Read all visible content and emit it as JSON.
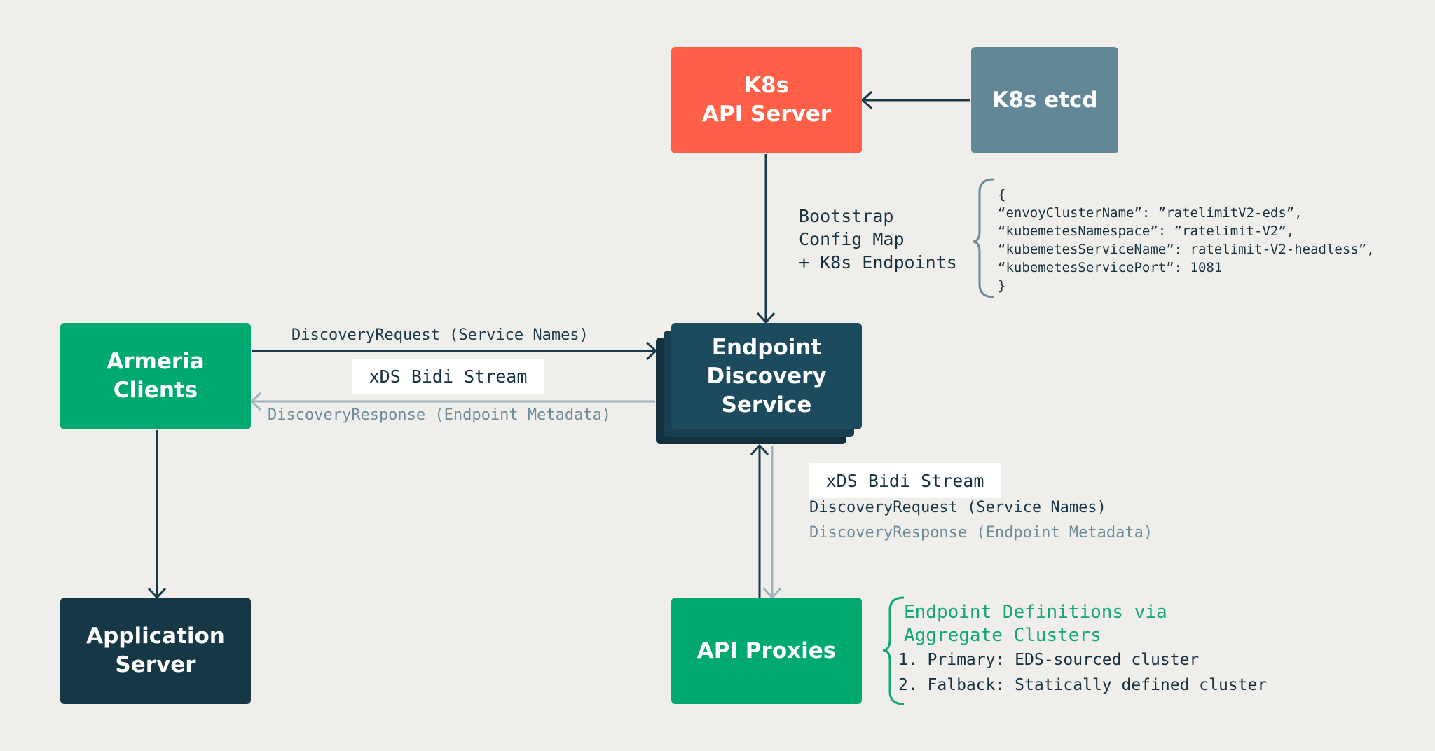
{
  "colors": {
    "background": "#efeeea",
    "coral": "#fe5f46",
    "slate": "#628898",
    "green": "#00a872",
    "navy": "#1d4b5e",
    "dark_navy": "#163746",
    "arrow_dark": "#1a3a4a",
    "arrow_muted": "#9fb3bd",
    "accent_text": "#12a86f"
  },
  "nodes": {
    "k8s_api_server": [
      "K8s",
      "API Server"
    ],
    "k8s_etcd": [
      "K8s etcd"
    ],
    "endpoint_discovery_service": [
      "Endpoint",
      "Discovery",
      "Service"
    ],
    "armeria_clients": [
      "Armeria",
      "Clients"
    ],
    "application_server": [
      "Application",
      "Server"
    ],
    "api_proxies": [
      "API Proxies"
    ]
  },
  "bootstrap_label": [
    "Bootstrap",
    "Config Map",
    "+ K8s Endpoints"
  ],
  "config_json": [
    "{",
    "“envoyClusterName”: ”ratelimitV2-eds”,",
    "“kubemetesNamespace”: ”ratelimit-V2”,",
    "“kubemetesServiceName”: ratelimit-V2-headless”,",
    "“kubemetesServicePort”: 1081",
    "}"
  ],
  "armeria_link": {
    "request_label": "DiscoveryRequest (Service Names)",
    "stream_label": "xDS Bidi Stream",
    "response_label": "DiscoveryResponse (Endpoint Metadata)"
  },
  "proxy_link": {
    "stream_label": "xDS Bidi Stream",
    "request_label": "DiscoveryRequest (Service Names)",
    "response_label": "DiscoveryResponse (Endpoint Metadata)"
  },
  "endpoint_definitions": {
    "title": [
      "Endpoint Definitions via",
      "Aggregate Clusters"
    ],
    "items": [
      "1. Primary: EDS-sourced cluster",
      "2. Falback: Statically defined cluster"
    ]
  }
}
